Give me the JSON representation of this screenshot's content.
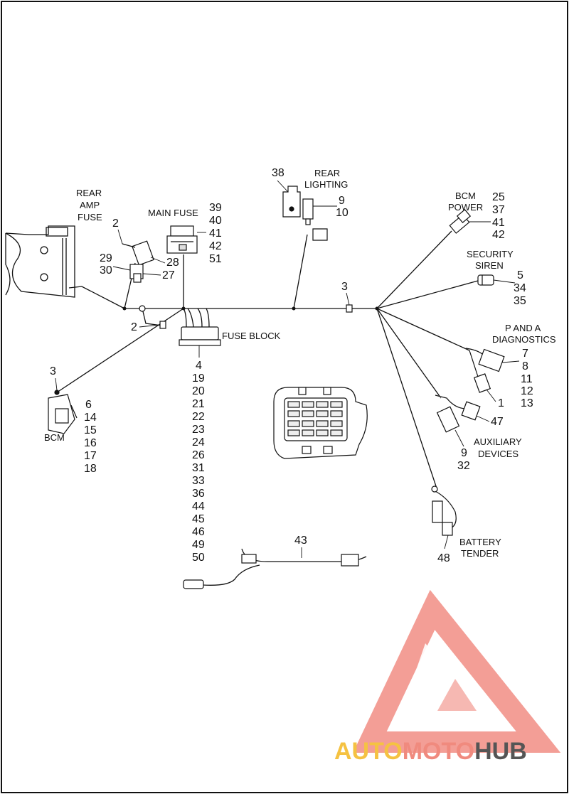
{
  "labels": {
    "rear_amp_fuse": [
      "REAR",
      "AMP",
      "FUSE"
    ],
    "main_fuse": "MAIN FUSE",
    "rear_lighting": [
      "REAR",
      "LIGHTING"
    ],
    "bcm_power": [
      "BCM",
      "POWER"
    ],
    "security_siren": [
      "SECURITY",
      "SIREN"
    ],
    "p_and_a_diagnostics": [
      "P AND A",
      "DIAGNOSTICS"
    ],
    "auxiliary_devices": [
      "AUXILIARY",
      "DEVICES"
    ],
    "battery_tender": [
      "BATTERY",
      "TENDER"
    ],
    "fuse_block": "FUSE BLOCK",
    "bcm": "BCM"
  },
  "callouts": {
    "rear_amp_fuse_top": "2",
    "rear_amp_fuse_left": [
      "29",
      "30"
    ],
    "rear_amp_fuse_right": [
      "28",
      "27"
    ],
    "main_fuse": [
      "39",
      "40",
      "41",
      "42",
      "51"
    ],
    "rear_lighting_left": "38",
    "rear_lighting_right": [
      "9",
      "10"
    ],
    "bcm_power": [
      "25",
      "37",
      "41",
      "42"
    ],
    "trunk_clip": "3",
    "security_siren": [
      "5",
      "34",
      "35"
    ],
    "p_and_a": [
      "7",
      "8",
      "11",
      "12",
      "13"
    ],
    "p_and_a_lower": "1",
    "auxiliary_47": "47",
    "auxiliary_bottom": [
      "9",
      "32"
    ],
    "battery_tender": "48",
    "ground_clip": "2",
    "bcm_top": "3",
    "bcm": [
      "6",
      "14",
      "15",
      "16",
      "17",
      "18"
    ],
    "fuse_block": [
      "4",
      "19",
      "20",
      "21",
      "22",
      "23",
      "24",
      "26",
      "31",
      "33",
      "36",
      "44",
      "45",
      "46",
      "49",
      "50"
    ],
    "extension_harness": "43"
  },
  "logo": {
    "parts": [
      "AUTO",
      "MOTO",
      "HUB"
    ],
    "colors": {
      "auto": "#f5c242",
      "moto": "#f08a7e",
      "hub": "#555555",
      "triangle": "#ef7d73"
    }
  }
}
